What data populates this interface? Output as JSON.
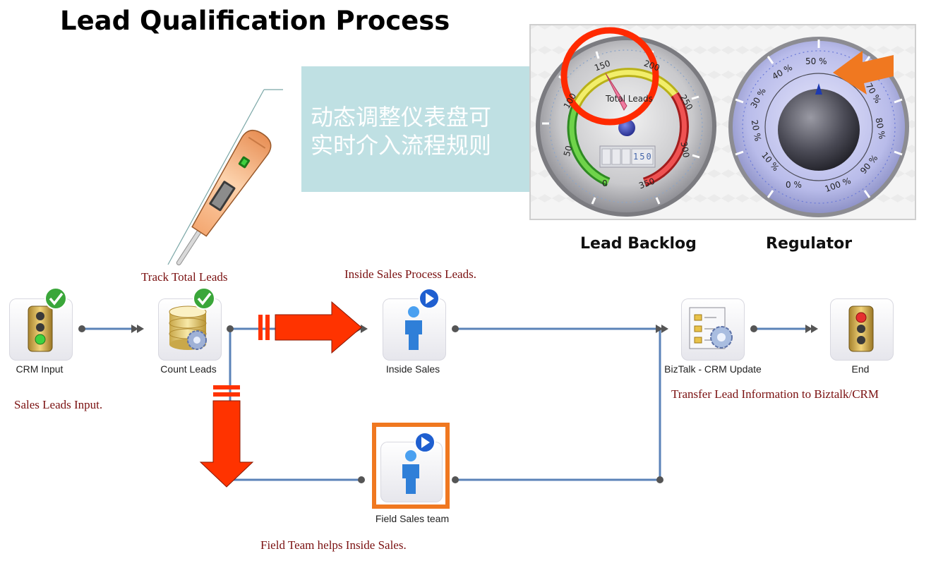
{
  "title": "Lead Qualification Process",
  "callout": {
    "line1": "动态调整仪表盘可",
    "line2": "实时介入流程规则"
  },
  "gauges": {
    "backlog": {
      "caption": "Lead Backlog",
      "inner_label": "Total Leads",
      "ticks": [
        "0",
        "50",
        "100",
        "150",
        "200",
        "250",
        "300",
        "350"
      ],
      "counter": "150",
      "value": 150,
      "range": [
        0,
        350
      ]
    },
    "regulator": {
      "caption": "Regulator",
      "ticks": [
        "0 %",
        "10 %",
        "20 %",
        "30 %",
        "40 %",
        "50 %",
        "70 %",
        "80 %",
        "90 %",
        "100 %"
      ],
      "value_percent": 50
    }
  },
  "nodes": {
    "crm_input": {
      "label": "CRM Input",
      "note": "Sales Leads Input."
    },
    "count_leads": {
      "label": "Count Leads",
      "note": "Track Total Leads"
    },
    "inside_sales": {
      "label": "Inside Sales",
      "note": "Inside Sales Process Leads."
    },
    "field_sales": {
      "label": "Field Sales team",
      "note": "Field Team helps Inside Sales."
    },
    "biztalk": {
      "label": "BizTalk - CRM Update",
      "note": "Transfer Lead Information to Biztalk/CRM"
    },
    "end": {
      "label": "End"
    }
  },
  "colors": {
    "connector": "#5b83b8",
    "arrow": "#ff3300",
    "highlight_circle": "#ff2a00",
    "pointer_arrow": "#f07820",
    "node_highlight": "#f07820",
    "check": "#3aa63a",
    "play": "#1f5fd0"
  }
}
